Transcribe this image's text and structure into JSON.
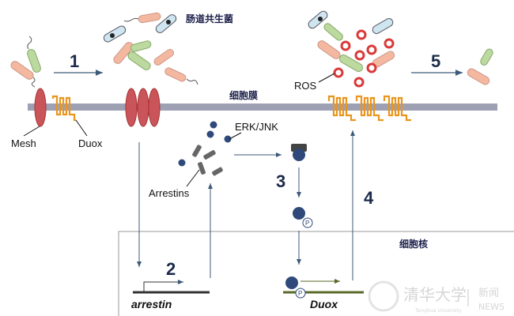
{
  "labels": {
    "gut_bacteria": "肠道共生菌",
    "cell_membrane": "细胞膜",
    "nucleus": "细胞核",
    "mesh": "Mesh",
    "duox": "Duox",
    "erk_jnk": "ERK/JNK",
    "arrestins": "Arrestins",
    "ros": "ROS",
    "phospho": "P"
  },
  "genes": {
    "arrestin": "arrestin",
    "duox": "Duox"
  },
  "steps": [
    "1",
    "2",
    "3",
    "4",
    "5"
  ],
  "watermark": {
    "school": "清华大学",
    "school_en": "Tsinghua University",
    "news": "新闻",
    "news_en": "NEWS"
  },
  "colors": {
    "membrane": "#9ea0b3",
    "mesh": "#c9555a",
    "duox": "#e8961e",
    "arrow": "#3d5a7a",
    "protein": "#2f4a7a",
    "ros": "#d93a3a"
  }
}
